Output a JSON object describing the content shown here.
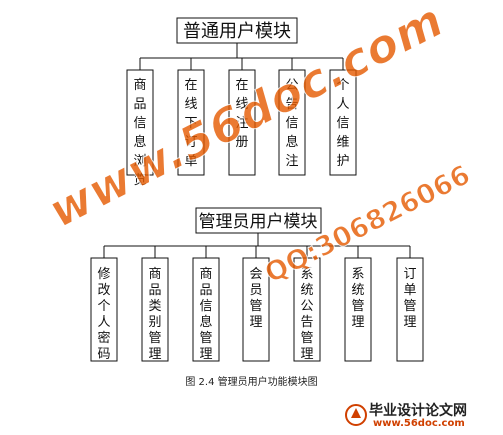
{
  "diagram1": {
    "root": "普通用户模块",
    "children": [
      "商品信息浏览",
      "在线下订单",
      "在线注册",
      "公告信息注",
      "个人信维护"
    ]
  },
  "diagram2": {
    "root": "管理员用户模块",
    "children": [
      "修改个人密码",
      "商品类别管理",
      "商品信息管理",
      "会员管理",
      "系统公告管理",
      "系统管理",
      "订单管理"
    ]
  },
  "caption": "图 2.4 管理员用户功能模块图",
  "watermark": {
    "url": "www.56doc.com",
    "qq": "QQ:306826066",
    "logo_title": "毕业设计论文网",
    "logo_url": "www.56doc.com"
  },
  "colors": {
    "line": "#111111",
    "watermark": "#e55a00"
  }
}
